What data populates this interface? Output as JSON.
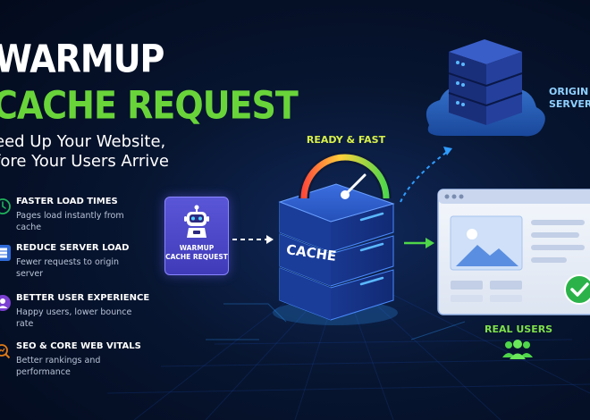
{
  "header": {
    "title_line1": "WARMUP",
    "title_line2": "CACHE REQUEST",
    "subtitle_line1": "eed Up Your Website,",
    "subtitle_line2": "fore Your Users Arrive"
  },
  "benefits": [
    {
      "icon": "clock-icon",
      "title": "FASTER LOAD TIMES",
      "text": "Pages load instantly from cache",
      "color": "#1fb35a"
    },
    {
      "icon": "server-icon",
      "title": "REDUCE SERVER LOAD",
      "text": "Fewer requests to origin server",
      "color": "#2f6bd9"
    },
    {
      "icon": "user-icon",
      "title": "BETTER USER EXPERIENCE",
      "text": "Happy users, lower bounce rate",
      "color": "#7b3fd1"
    },
    {
      "icon": "search-chart-icon",
      "title": "SEO & CORE WEB VITALS",
      "text": "Better rankings and performance",
      "color": "#e07a16"
    }
  ],
  "diagram": {
    "robot_label_line1": "WARMUP",
    "robot_label_line2": "CACHE REQUEST",
    "gauge_label": "READY & FAST",
    "cache_label": "CACHE",
    "origin_label_line1": "ORIGIN",
    "origin_label_line2": "SERVER",
    "users_label": "REAL USERS"
  },
  "colors": {
    "accent_green": "#69d43a",
    "accent_blue": "#2f9cff",
    "background": "#071530"
  }
}
